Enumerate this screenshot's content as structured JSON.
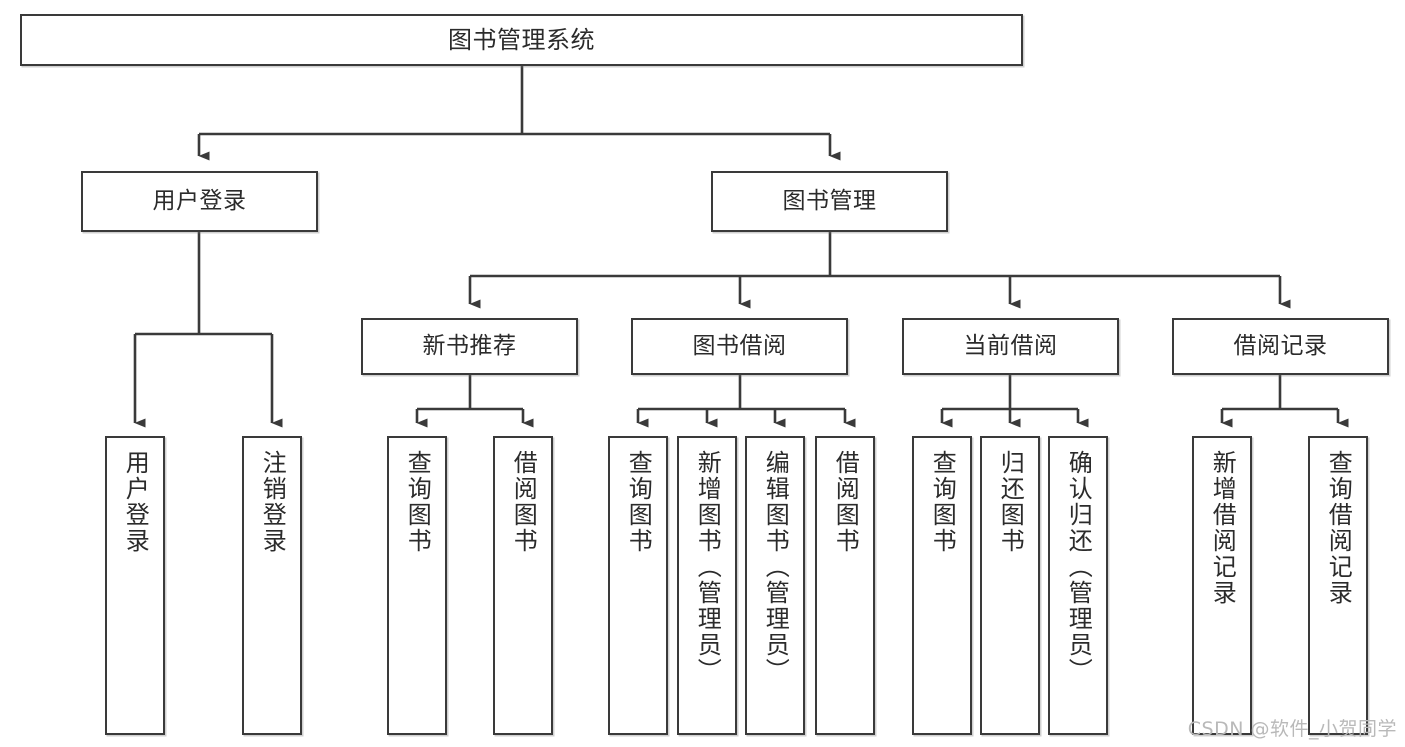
{
  "diagram": {
    "title": "图书管理系统",
    "type": "tree",
    "watermark": "CSDN @软件_小贺同学",
    "line_color": "#3a3a3a",
    "box_fill": "#ffffff",
    "text_color": "#2b2b2b"
  },
  "nodes": {
    "root": {
      "label": "图书管理系统"
    },
    "level2": [
      {
        "label": "用户登录"
      },
      {
        "label": "图书管理"
      }
    ],
    "level3": [
      {
        "label": "新书推荐"
      },
      {
        "label": "图书借阅"
      },
      {
        "label": "当前借阅"
      },
      {
        "label": "借阅记录"
      }
    ],
    "leaves": {
      "user_login": [
        {
          "label": "用户登录"
        },
        {
          "label": "注销登录"
        }
      ],
      "new_book_recommend": [
        {
          "label": "查询图书"
        },
        {
          "label": "借阅图书"
        }
      ],
      "book_borrow": [
        {
          "label": "查询图书"
        },
        {
          "label": "新增图书（管理员）"
        },
        {
          "label": "编辑图书（管理员）"
        },
        {
          "label": "借阅图书"
        }
      ],
      "current_borrow": [
        {
          "label": "查询图书"
        },
        {
          "label": "归还图书"
        },
        {
          "label": "确认归还（管理员）"
        }
      ],
      "borrow_record": [
        {
          "label": "新增借阅记录"
        },
        {
          "label": "查询借阅记录"
        }
      ]
    }
  }
}
